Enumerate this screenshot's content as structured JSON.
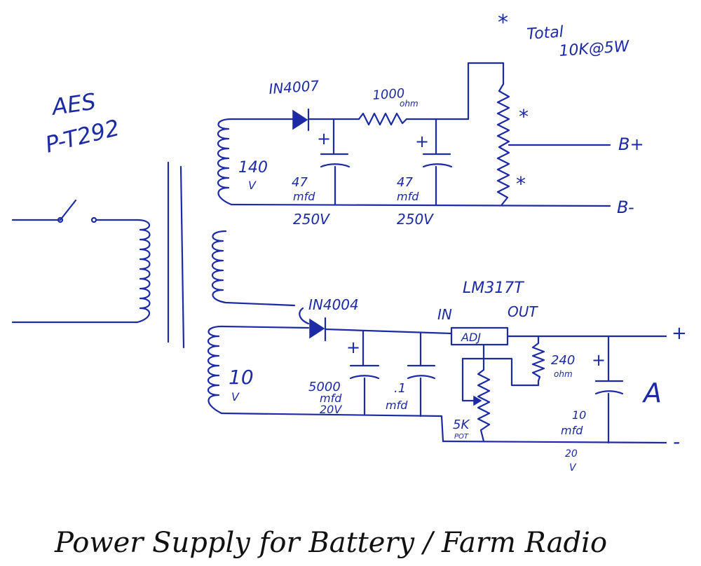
{
  "transformer": {
    "maker": "AES",
    "model": "P-T292"
  },
  "hv_supply": {
    "diode": "IN4007",
    "secondary_voltage": "140",
    "secondary_voltage_unit": "V",
    "cap1_value": "47",
    "cap1_unit": "mfd",
    "cap1_rating": "250V",
    "resistor_value": "1000",
    "resistor_unit": "ohm",
    "cap2_value": "47",
    "cap2_unit": "mfd",
    "cap2_rating": "250V",
    "divider_star": "*",
    "divider_note_line1": "Total",
    "divider_note_line2": "10K@5W",
    "out_positive": "B+",
    "out_negative": "B-",
    "plus": "+"
  },
  "lv_supply": {
    "diode": "IN4004",
    "secondary_voltage": "10",
    "secondary_voltage_unit": "V",
    "cap1_value": "5000",
    "cap1_unit": "mfd",
    "cap1_rating": "20V",
    "cap2_value": ".1",
    "cap2_unit": "mfd",
    "regulator": "LM317T",
    "reg_in": "IN",
    "reg_out": "OUT",
    "reg_adj": "ADJ",
    "r1_value": "240",
    "r1_unit": "ohm",
    "pot_value": "5K",
    "pot_unit": "POT",
    "cap3_value": "10",
    "cap3_unit": "mfd",
    "cap3_rating": "20",
    "cap3_rating_unit": "V",
    "out_label": "A",
    "out_positive": "+",
    "out_negative": "-",
    "plus": "+"
  },
  "caption": "Power Supply for Battery / Farm Radio"
}
